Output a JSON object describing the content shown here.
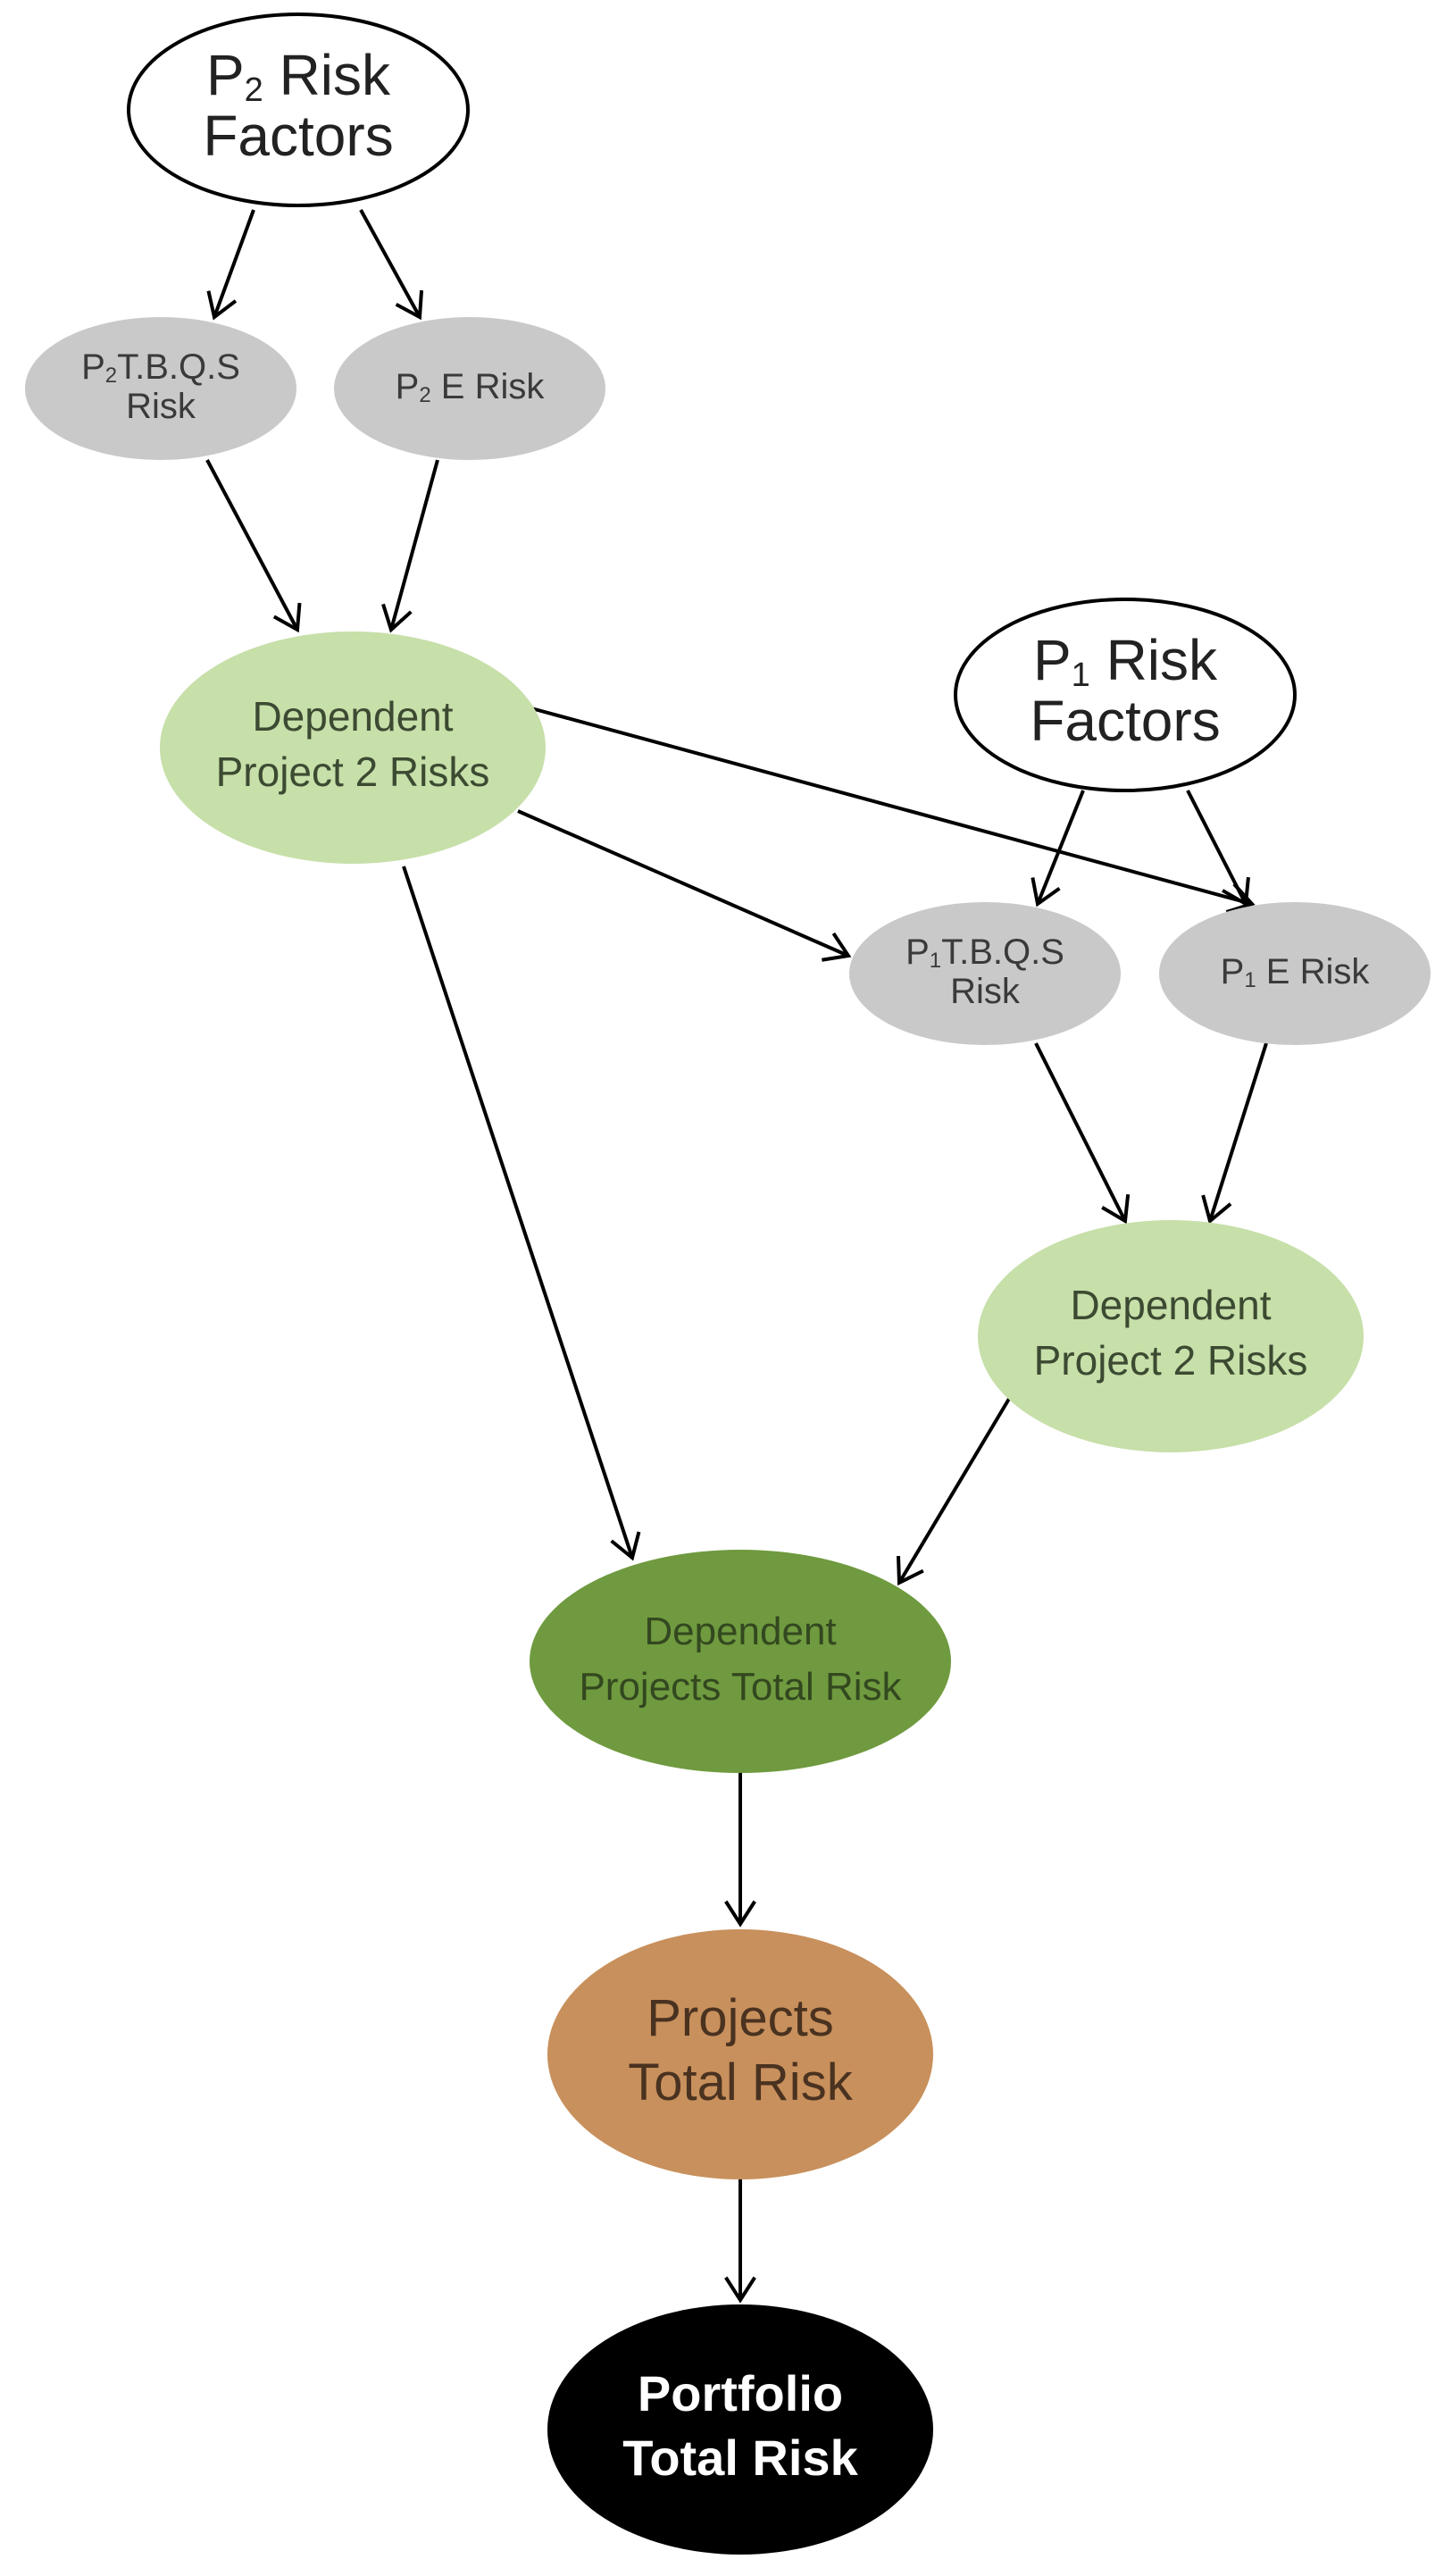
{
  "diagram": {
    "nodes": [
      {
        "id": "p2-risk-factors",
        "lines": [
          {
            "parts": [
              {
                "text": "P"
              },
              {
                "text": "2",
                "sub": true
              },
              {
                "text": " Risk"
              }
            ]
          },
          {
            "parts": [
              {
                "text": "Factors"
              }
            ]
          }
        ],
        "fill": "#ffffff",
        "stroke": "#000000",
        "text_color": "#222222"
      },
      {
        "id": "p2-tbqs-risk",
        "lines": [
          {
            "parts": [
              {
                "text": "P"
              },
              {
                "text": "2",
                "sub": true
              },
              {
                "text": "T.B.Q.S"
              }
            ]
          },
          {
            "parts": [
              {
                "text": "Risk"
              }
            ]
          }
        ],
        "fill": "#c9c9c9",
        "stroke": "none",
        "text_color": "#3a3a3a"
      },
      {
        "id": "p2-e-risk",
        "lines": [
          {
            "parts": [
              {
                "text": "P"
              },
              {
                "text": "2",
                "sub": true
              },
              {
                "text": " E Risk"
              }
            ]
          }
        ],
        "fill": "#c9c9c9",
        "stroke": "none",
        "text_color": "#3a3a3a"
      },
      {
        "id": "dependent-project-2-risks-top",
        "lines": [
          {
            "parts": [
              {
                "text": "Dependent"
              }
            ]
          },
          {
            "parts": [
              {
                "text": "Project 2 Risks"
              }
            ]
          }
        ],
        "fill": "#c7dfa9",
        "stroke": "none",
        "text_color": "#3c4a32"
      },
      {
        "id": "p1-risk-factors",
        "lines": [
          {
            "parts": [
              {
                "text": "P"
              },
              {
                "text": "1",
                "sub": true
              },
              {
                "text": " Risk"
              }
            ]
          },
          {
            "parts": [
              {
                "text": "Factors"
              }
            ]
          }
        ],
        "fill": "#ffffff",
        "stroke": "#000000",
        "text_color": "#222222"
      },
      {
        "id": "p1-tbqs-risk",
        "lines": [
          {
            "parts": [
              {
                "text": "P"
              },
              {
                "text": "1",
                "sub": true
              },
              {
                "text": "T.B.Q.S"
              }
            ]
          },
          {
            "parts": [
              {
                "text": "Risk"
              }
            ]
          }
        ],
        "fill": "#c9c9c9",
        "stroke": "none",
        "text_color": "#3a3a3a"
      },
      {
        "id": "p1-e-risk",
        "lines": [
          {
            "parts": [
              {
                "text": "P"
              },
              {
                "text": "1",
                "sub": true
              },
              {
                "text": " E Risk"
              }
            ]
          }
        ],
        "fill": "#c9c9c9",
        "stroke": "none",
        "text_color": "#3a3a3a"
      },
      {
        "id": "dependent-project-2-risks-right",
        "lines": [
          {
            "parts": [
              {
                "text": "Dependent"
              }
            ]
          },
          {
            "parts": [
              {
                "text": "Project 2 Risks"
              }
            ]
          }
        ],
        "fill": "#c7dfa9",
        "stroke": "none",
        "text_color": "#3c4a32"
      },
      {
        "id": "dependent-projects-total-risk",
        "lines": [
          {
            "parts": [
              {
                "text": "Dependent"
              }
            ]
          },
          {
            "parts": [
              {
                "text": "Projects Total Risk"
              }
            ]
          }
        ],
        "fill": "#6f9a3f",
        "stroke": "none",
        "text_color": "#33481f"
      },
      {
        "id": "projects-total-risk",
        "lines": [
          {
            "parts": [
              {
                "text": "Projects"
              }
            ]
          },
          {
            "parts": [
              {
                "text": "Total Risk"
              }
            ]
          }
        ],
        "fill": "#c8905c",
        "stroke": "none",
        "text_color": "#4a3220"
      },
      {
        "id": "portfolio-total-risk",
        "lines": [
          {
            "parts": [
              {
                "text": "Portfolio"
              }
            ]
          },
          {
            "parts": [
              {
                "text": "Total Risk"
              }
            ]
          }
        ],
        "fill": "#000000",
        "stroke": "none",
        "text_color": "#ffffff"
      }
    ],
    "edges": [
      {
        "from": "p2-risk-factors",
        "to": "p2-tbqs-risk"
      },
      {
        "from": "p2-risk-factors",
        "to": "p2-e-risk"
      },
      {
        "from": "p2-tbqs-risk",
        "to": "dependent-project-2-risks-top"
      },
      {
        "from": "p2-e-risk",
        "to": "dependent-project-2-risks-top"
      },
      {
        "from": "dependent-project-2-risks-top",
        "to": "p1-tbqs-risk"
      },
      {
        "from": "dependent-project-2-risks-top",
        "to": "p1-e-risk"
      },
      {
        "from": "dependent-project-2-risks-top",
        "to": "dependent-projects-total-risk"
      },
      {
        "from": "p1-risk-factors",
        "to": "p1-tbqs-risk"
      },
      {
        "from": "p1-risk-factors",
        "to": "p1-e-risk"
      },
      {
        "from": "p1-tbqs-risk",
        "to": "dependent-project-2-risks-right"
      },
      {
        "from": "p1-e-risk",
        "to": "dependent-project-2-risks-right"
      },
      {
        "from": "dependent-project-2-risks-right",
        "to": "dependent-projects-total-risk"
      },
      {
        "from": "dependent-projects-total-risk",
        "to": "projects-total-risk"
      },
      {
        "from": "projects-total-risk",
        "to": "portfolio-total-risk"
      }
    ]
  }
}
